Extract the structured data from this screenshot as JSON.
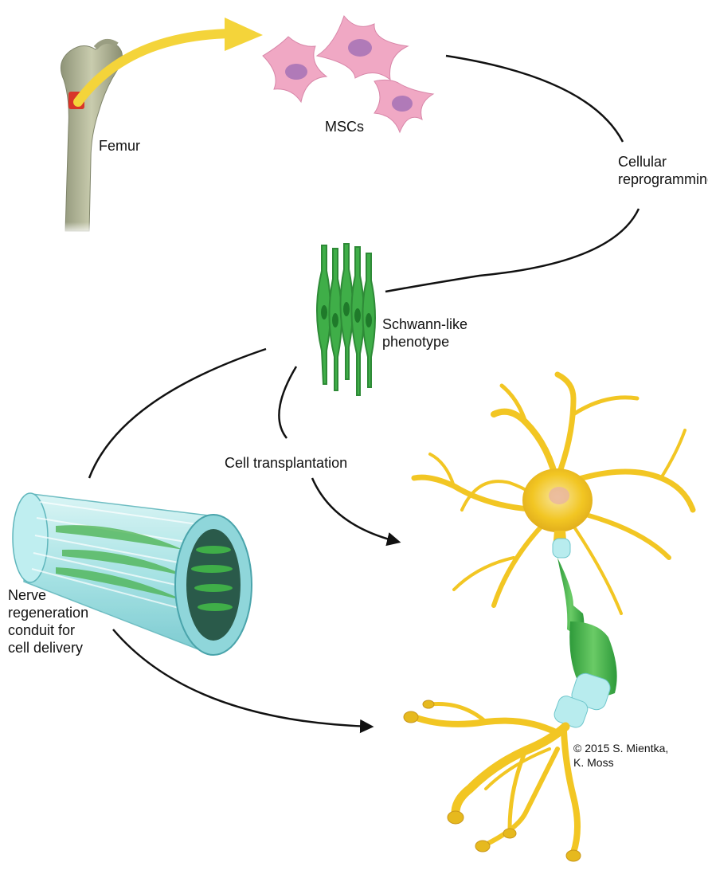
{
  "labels": {
    "femur": "Femur",
    "mscs": "MSCs",
    "reprogramming": [
      "Cellular",
      "reprogramming"
    ],
    "schwann": [
      "Schwann-like",
      "phenotype"
    ],
    "transplantation": "Cell transplantation",
    "conduit": [
      "Nerve",
      "regeneration",
      "conduit for",
      "cell delivery"
    ]
  },
  "copyright": [
    "© 2015 S. Mientka,",
    "K. Moss"
  ],
  "colors": {
    "bone": "#b9bd9c",
    "marrow": "#d8342a",
    "transfer_arrow": "#f4d43a",
    "msc_body": "#f0a8c4",
    "msc_nucleus": "#b07ab8",
    "schwann_cell": "#3fae48",
    "conduit": "#9fe0e2",
    "neuron": "#f2c623",
    "flow_line": "#111111"
  }
}
